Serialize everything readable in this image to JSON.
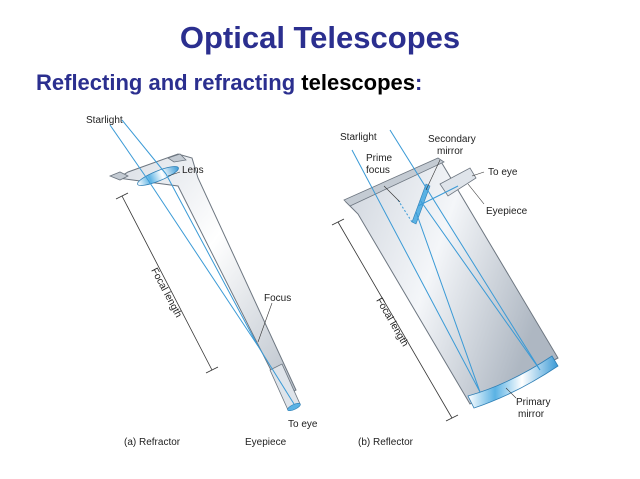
{
  "title": "Optical Telescopes",
  "subtitle": {
    "part1": "Reflecting and refracting ",
    "part2": "telescopes",
    "part3": ":"
  },
  "refractor": {
    "starlight": "Starlight",
    "lens": "Lens",
    "focal_length": "Focal length",
    "focus": "Focus",
    "to_eye": "To eye",
    "eyepiece": "Eyepiece",
    "caption": "(a) Refractor"
  },
  "reflector": {
    "starlight": "Starlight",
    "secondary_mirror_line1": "Secondary",
    "secondary_mirror_line2": "mirror",
    "prime_focus_line1": "Prime",
    "prime_focus_line2": "focus",
    "to_eye": "To eye",
    "eyepiece": "Eyepiece",
    "focal_length": "Focal length",
    "primary_mirror_line1": "Primary",
    "primary_mirror_line2": "mirror",
    "caption": "(b) Reflector"
  },
  "colors": {
    "title": "#2b2f8f",
    "ray": "#3a9ad6",
    "tube_light": "#eef1f5",
    "tube_dark": "#b9c1cb",
    "outline": "#6d7680"
  }
}
